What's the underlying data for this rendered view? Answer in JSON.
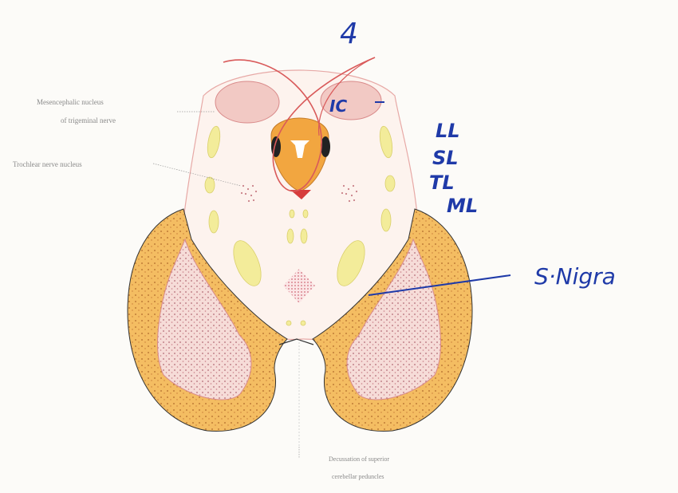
{
  "printed_labels": {
    "mesencephalic_line1": "Mesencephalic nucleus",
    "mesencephalic_line2": "of trigeminal nerve",
    "trochlear": "Trochlear nerve nucleus",
    "decussation_line1": "Decussation of superior",
    "decussation_line2": "cerebellar peduncles"
  },
  "handwritten": {
    "level": "4",
    "ic": "IC",
    "ll": "LL",
    "sl": "SL",
    "tl": "TL",
    "ml": "ML",
    "s_nigra": "S·Nigra"
  },
  "colors": {
    "ink": "#1f3aa8",
    "tegmentum": "#fdf3ee",
    "peduncle_orange": "#f3b95a",
    "peduncle_pink": "#f2c9c4",
    "pink_outline": "#d98a8a",
    "yellow_tract": "#f3ec9a",
    "aqueduct_grey": "#f2a640"
  }
}
